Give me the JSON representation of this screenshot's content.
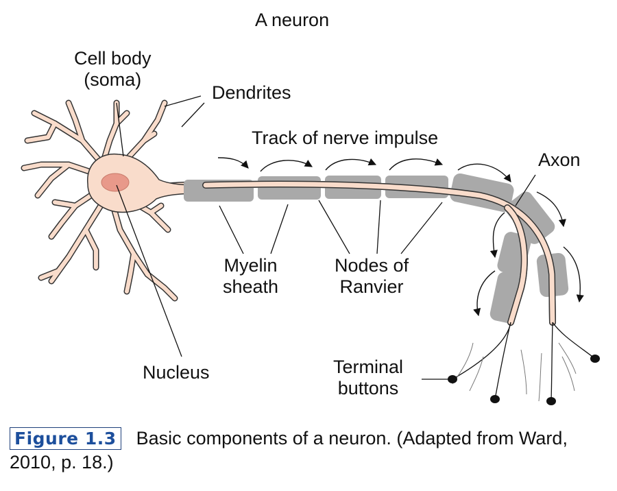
{
  "diagram": {
    "title": "A neuron",
    "labels": {
      "cell_body": "Cell body",
      "soma": "(soma)",
      "dendrites": "Dendrites",
      "track": "Track of nerve impulse",
      "axon": "Axon",
      "myelin_1": "Myelin",
      "myelin_2": "sheath",
      "nodes_1": "Nodes of",
      "nodes_2": "Ranvier",
      "nucleus": "Nucleus",
      "terminal_1": "Terminal",
      "terminal_2": "buttons"
    },
    "colors": {
      "cell": "#f9dccb",
      "outline": "#333333",
      "nucleus": "#e8998a",
      "myelin": "#a9a9a9",
      "caption_blue": "#1d4f9c"
    }
  },
  "caption": {
    "figure_tag": "Figure 1.3",
    "text": "Basic components of a neuron. (Adapted from Ward, 2010, p. 18.)"
  }
}
